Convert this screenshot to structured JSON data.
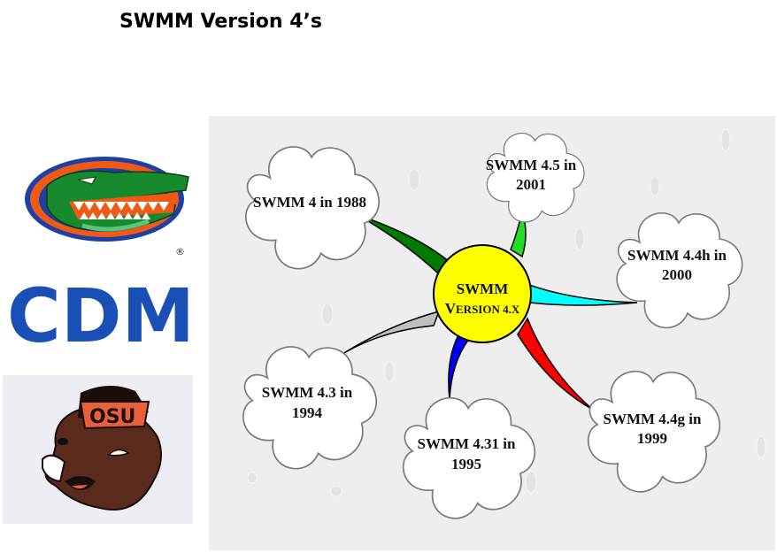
{
  "header": {
    "title": "SWMM Version 4’s"
  },
  "logos": [
    {
      "name": "University of Florida Gators logo",
      "icon": "gator-logo-icon",
      "mark": "®"
    },
    {
      "name": "CDM logo",
      "text": "CDM",
      "color": "#1a4fb5"
    },
    {
      "name": "Oregon State University Beaver logo",
      "icon": "beaver-logo-icon",
      "cap_text": "OSU"
    }
  ],
  "diagram": {
    "hub": {
      "line1": "SWMM",
      "line2_cap": "V",
      "line2_rest": "ERSION 4.X",
      "color": "#ffff00"
    },
    "nodes": [
      {
        "id": "v4",
        "line1": "SWMM 4 in 1988",
        "line2": "",
        "spoke_color": "#007a00"
      },
      {
        "id": "v45",
        "line1": "SWMM 4.5 in",
        "line2": "2001",
        "spoke_color": "#22dd22"
      },
      {
        "id": "v44h",
        "line1": "SWMM 4.4h in",
        "line2": "2000",
        "spoke_color": "#00ffff"
      },
      {
        "id": "v44g",
        "line1": "SWMM 4.4g in",
        "line2": "1999",
        "spoke_color": "#ff0000"
      },
      {
        "id": "v431",
        "line1": "SWMM 4.31 in",
        "line2": "1995",
        "spoke_color": "#0000ff"
      },
      {
        "id": "v43",
        "line1": "SWMM 4.3 in",
        "line2": "1994",
        "spoke_color": "#c0c0c0"
      }
    ],
    "background": "#eeeeee"
  }
}
